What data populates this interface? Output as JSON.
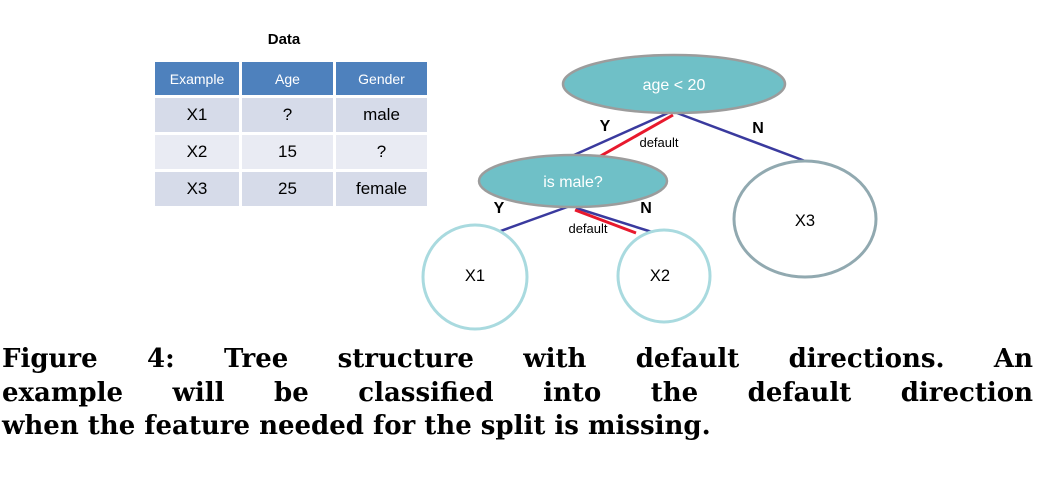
{
  "figure": {
    "table": {
      "title": "Data",
      "headers": [
        "Example",
        "Age",
        "Gender"
      ],
      "rows": [
        [
          "X1",
          "?",
          "male"
        ],
        [
          "X2",
          "15",
          "?"
        ],
        [
          "X3",
          "25",
          "female"
        ]
      ]
    },
    "tree": {
      "nodes": [
        {
          "id": "root",
          "label": "age < 20",
          "kind": "decision"
        },
        {
          "id": "is-male",
          "label": "is male?",
          "kind": "decision"
        },
        {
          "id": "x1",
          "label": "X1",
          "kind": "leaf"
        },
        {
          "id": "x2",
          "label": "X2",
          "kind": "leaf"
        },
        {
          "id": "x3",
          "label": "X3",
          "kind": "leaf"
        }
      ],
      "edges": [
        {
          "from": "root",
          "to": "is-male",
          "label": "Y",
          "style": "blue"
        },
        {
          "from": "root",
          "to": "is-male",
          "label": "default",
          "style": "red"
        },
        {
          "from": "root",
          "to": "x3",
          "label": "N",
          "style": "blue"
        },
        {
          "from": "is-male",
          "to": "x1",
          "label": "Y",
          "style": "blue"
        },
        {
          "from": "is-male",
          "to": "x2",
          "label": "default",
          "style": "red"
        },
        {
          "from": "is-male",
          "to": "x2",
          "label": "N",
          "style": "blue"
        }
      ]
    }
  },
  "caption": {
    "lines": [
      "Figure 4: Tree structure with default directions. An",
      "example will be classified into the default direction",
      "when the feature needed for the split is missing."
    ]
  },
  "colors": {
    "decision_node_fill": "#6FC0C7",
    "decision_node_stroke": "#9C9C9C",
    "leaf_light_stroke": "#A9DADF",
    "leaf_gray_stroke": "#91A9B0",
    "branch_blue": "#3A3A9E",
    "default_red": "#E8192D",
    "table_header_bg": "#4E81BD",
    "table_row_odd_bg": "#D6DBE9",
    "table_row_even_bg": "#E9EBF3",
    "caption_text": "#000000"
  }
}
